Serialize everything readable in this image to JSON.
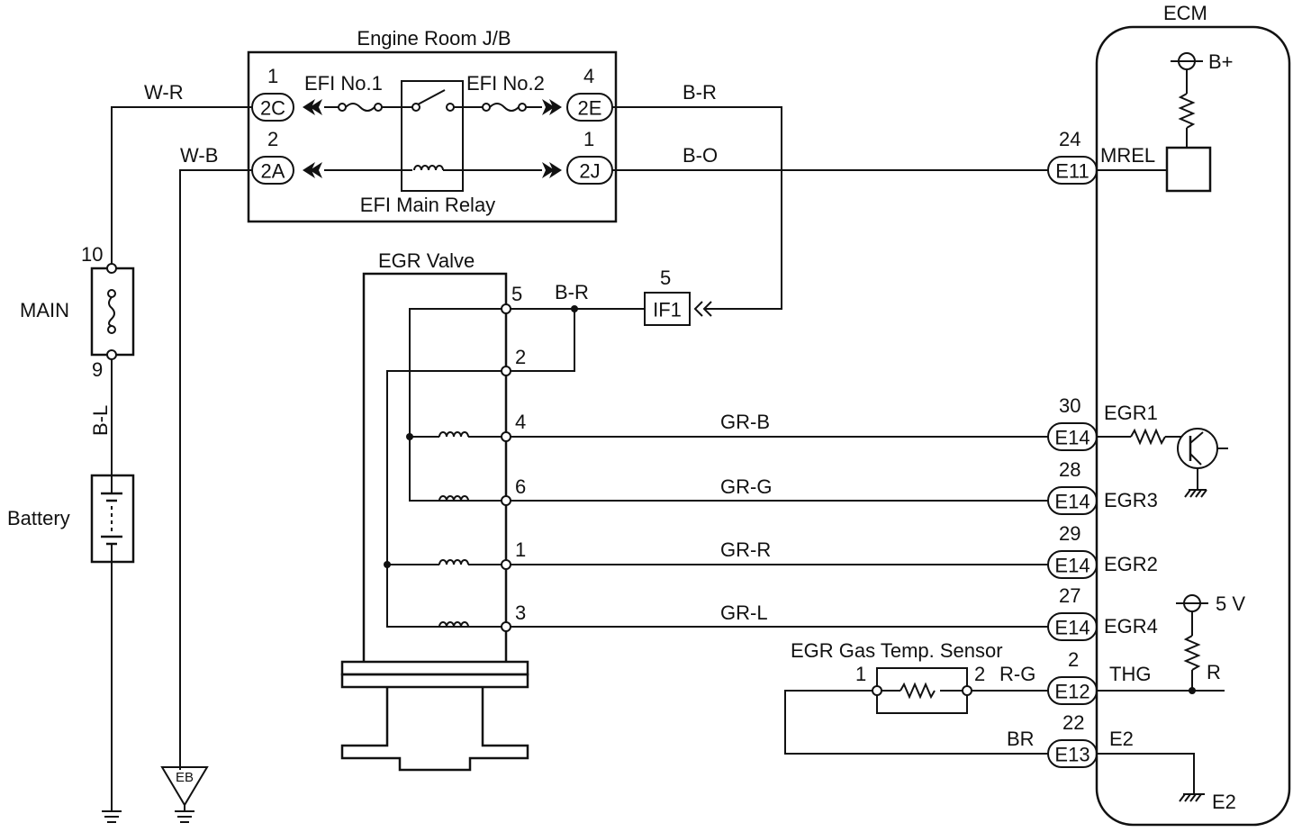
{
  "labels": {
    "ecm": "ECM",
    "engine_room_jb": "Engine Room J/B",
    "efi_no1": "EFI No.1",
    "efi_no2": "EFI No.2",
    "efi_main_relay": "EFI Main Relay",
    "egr_valve": "EGR Valve",
    "main": "MAIN",
    "battery": "Battery",
    "egr_gas_temp_sensor": "EGR Gas Temp. Sensor",
    "b_plus": "B+",
    "five_v": "5 V",
    "r": "R",
    "e2_ground": "E2",
    "eb": "EB"
  },
  "wire_colors": {
    "w_r": "W-R",
    "w_b": "W-B",
    "b_r_top": "B-R",
    "b_o": "B-O",
    "b_r_if1": "B-R",
    "b_l": "B-L",
    "gr_b": "GR-B",
    "gr_g": "GR-G",
    "gr_r": "GR-R",
    "gr_l": "GR-L",
    "r_g": "R-G",
    "br": "BR"
  },
  "jb_connectors": [
    {
      "id": "2C",
      "pin": "1"
    },
    {
      "id": "2A",
      "pin": "2"
    },
    {
      "id": "2E",
      "pin": "4"
    },
    {
      "id": "2J",
      "pin": "1"
    }
  ],
  "main_fuse_pins": {
    "top": "10",
    "bottom": "9"
  },
  "if1": {
    "id": "IF1",
    "pin": "5"
  },
  "egr_valve_pins": [
    "5",
    "2",
    "4",
    "6",
    "1",
    "3"
  ],
  "ecm_connectors": [
    {
      "id": "E11",
      "pin": "24",
      "signal": "MREL"
    },
    {
      "id": "E14",
      "pin": "30",
      "signal": "EGR1"
    },
    {
      "id": "E14",
      "pin": "28",
      "signal": "EGR3"
    },
    {
      "id": "E14",
      "pin": "29",
      "signal": "EGR2"
    },
    {
      "id": "E14",
      "pin": "27",
      "signal": "EGR4"
    },
    {
      "id": "E12",
      "pin": "2",
      "signal": "THG"
    },
    {
      "id": "E13",
      "pin": "22",
      "signal": "E2"
    }
  ],
  "sensor_pins": {
    "left": "1",
    "right": "2"
  }
}
